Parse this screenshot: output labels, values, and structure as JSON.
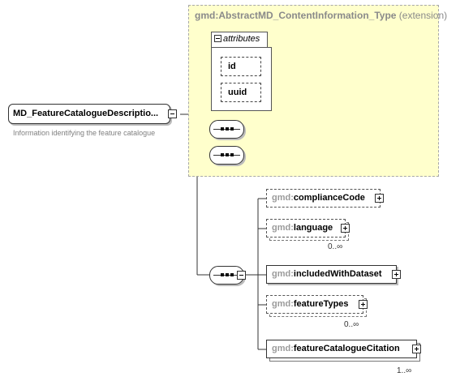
{
  "extension": {
    "prefix": "gmd:",
    "type_name": "AbstractMD_ContentInformation_Type",
    "suffix": " (extension)"
  },
  "attributes": {
    "label": "attributes",
    "items": [
      "id",
      "uuid"
    ]
  },
  "main_element": {
    "name": "MD_FeatureCatalogueDescriptio...",
    "documentation": "Information identifying the feature catalogue"
  },
  "children": [
    {
      "prefix": "gmd:",
      "name": "complianceCode"
    },
    {
      "prefix": "gmd:",
      "name": "language",
      "cardinality": "0..∞"
    },
    {
      "prefix": "gmd:",
      "name": "includedWithDataset"
    },
    {
      "prefix": "gmd:",
      "name": "featureTypes",
      "cardinality": "0..∞"
    },
    {
      "prefix": "gmd:",
      "name": "featureCatalogueCitation",
      "cardinality": "1..∞"
    }
  ]
}
